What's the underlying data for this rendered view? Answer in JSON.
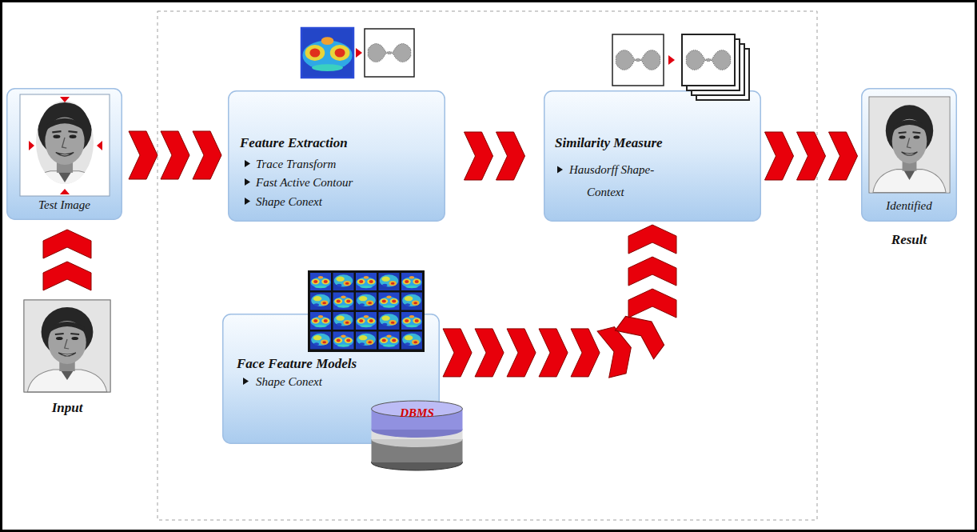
{
  "diagram": {
    "nodes": [
      {
        "text": [
          "Input"
        ]
      },
      {
        "text": [
          "Test Image"
        ]
      },
      {
        "text": [
          "Feature Extraction",
          "Trace Transform",
          "Fast Active Contour",
          "Shape Conext"
        ]
      },
      {
        "text": [
          "Similarity Measure",
          "Hausdorff Shape-Context"
        ]
      },
      {
        "text": [
          "Identified",
          "Result"
        ]
      },
      {
        "text": [
          "Face Feature Models",
          "Shape Conext"
        ]
      },
      {
        "text": [
          "DBMS"
        ]
      }
    ],
    "edges": [
      {
        "from": 0,
        "to": 1,
        "arrow": "to"
      },
      {
        "from": 1,
        "to": 2,
        "arrow": "to"
      },
      {
        "from": 2,
        "to": 3,
        "arrow": "to"
      },
      {
        "from": 3,
        "to": 4,
        "arrow": "to"
      },
      {
        "from": 5,
        "to": 3,
        "arrow": "to"
      }
    ]
  }
}
